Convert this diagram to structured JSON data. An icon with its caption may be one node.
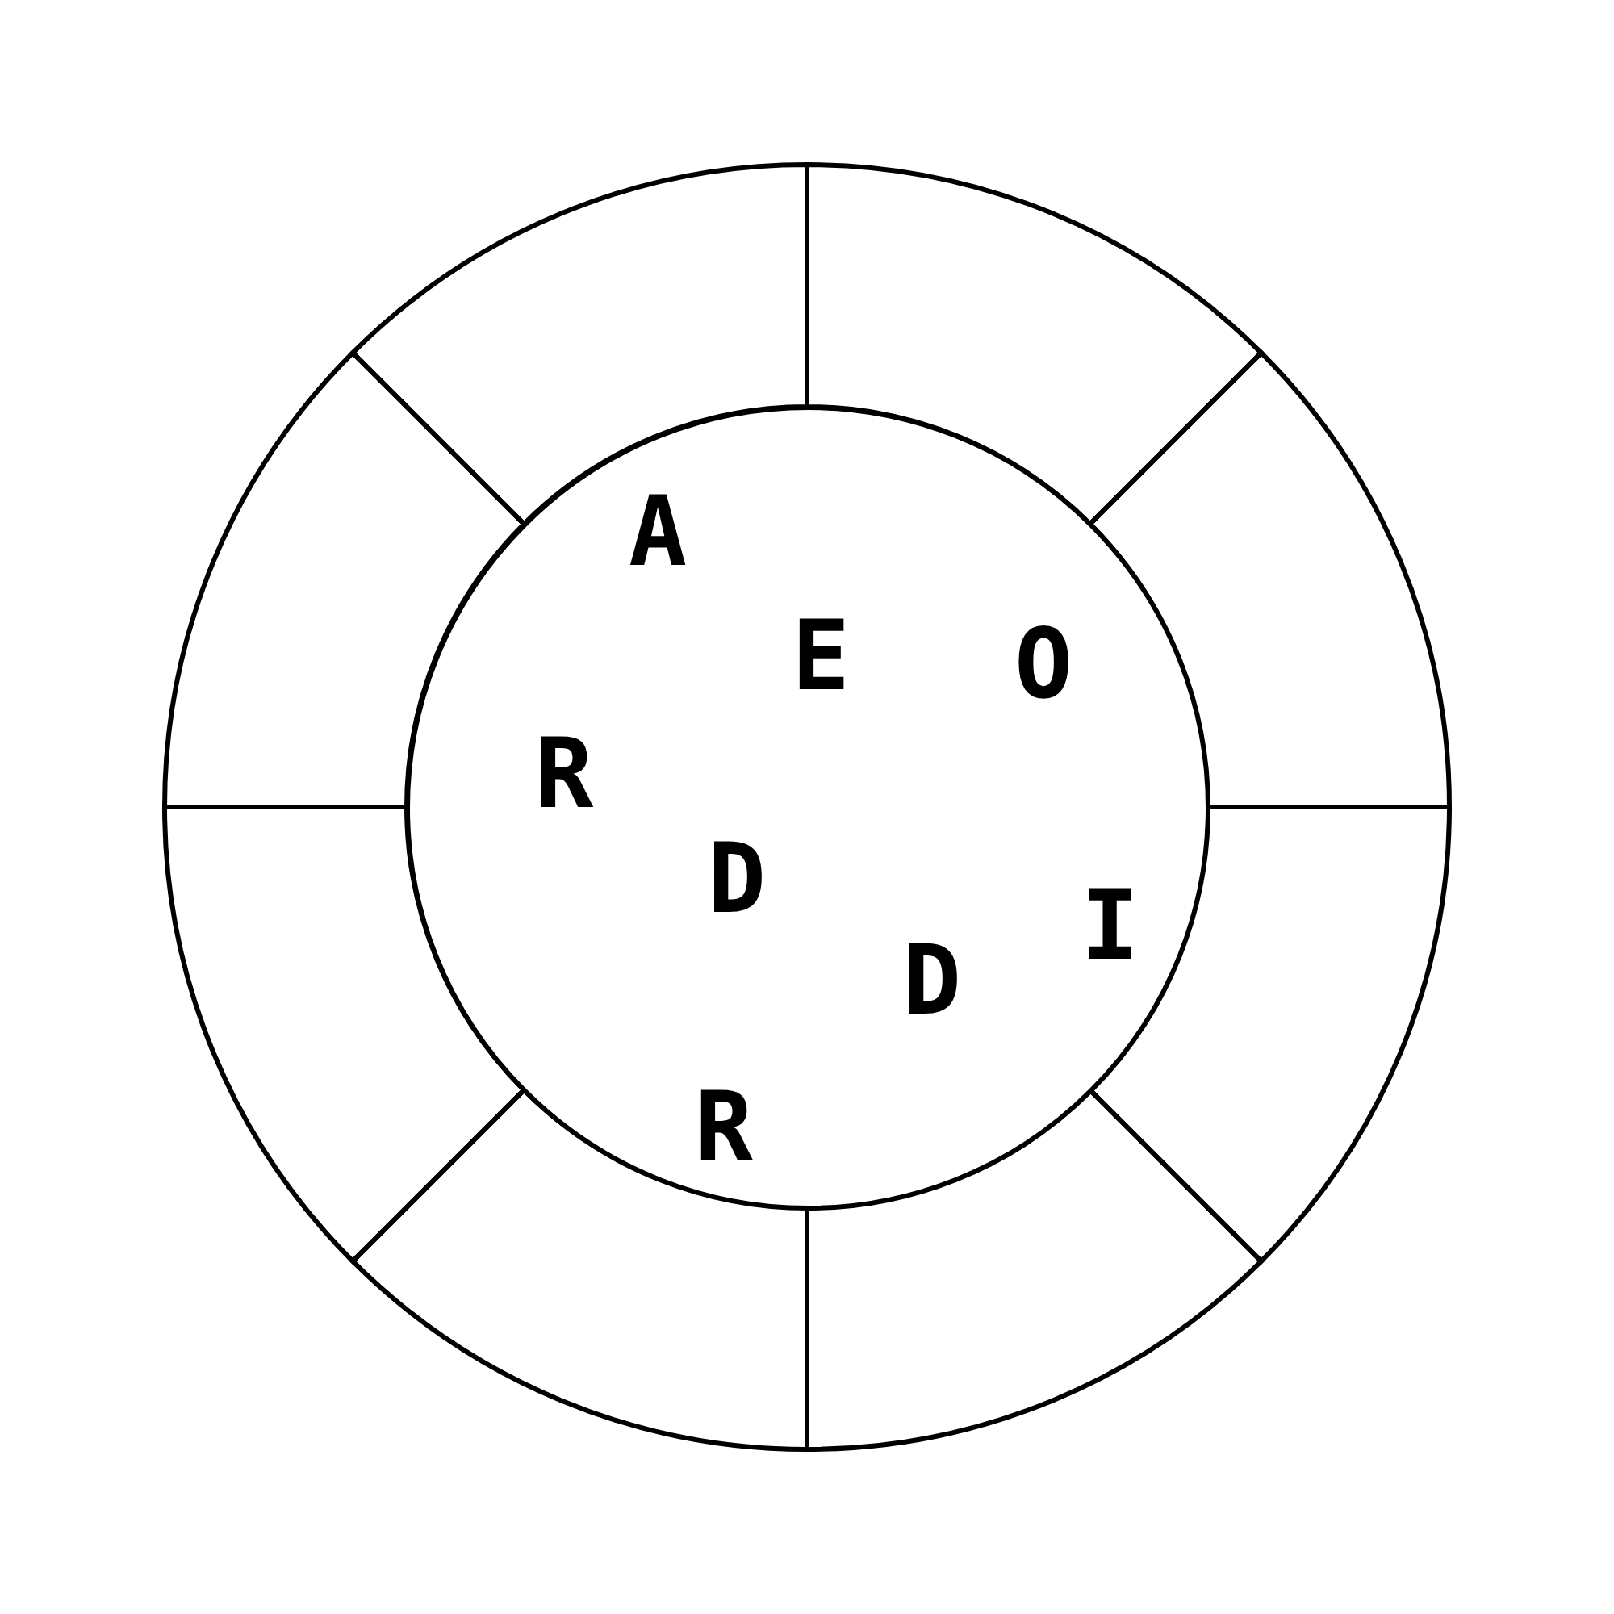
{
  "diagram": {
    "nodes": [
      {
        "text": [
          "A",
          "E",
          "O",
          "R",
          "D",
          "I",
          "D",
          "R"
        ]
      },
      {
        "text": [],
        "shape": "segment"
      },
      {
        "text": [],
        "shape": "segment"
      },
      {
        "text": [],
        "shape": "segment"
      },
      {
        "text": [],
        "shape": "segment"
      },
      {
        "text": [],
        "shape": "segment"
      },
      {
        "text": [],
        "shape": "segment"
      },
      {
        "text": [],
        "shape": "segment"
      },
      {
        "text": [],
        "shape": "segment"
      }
    ]
  }
}
